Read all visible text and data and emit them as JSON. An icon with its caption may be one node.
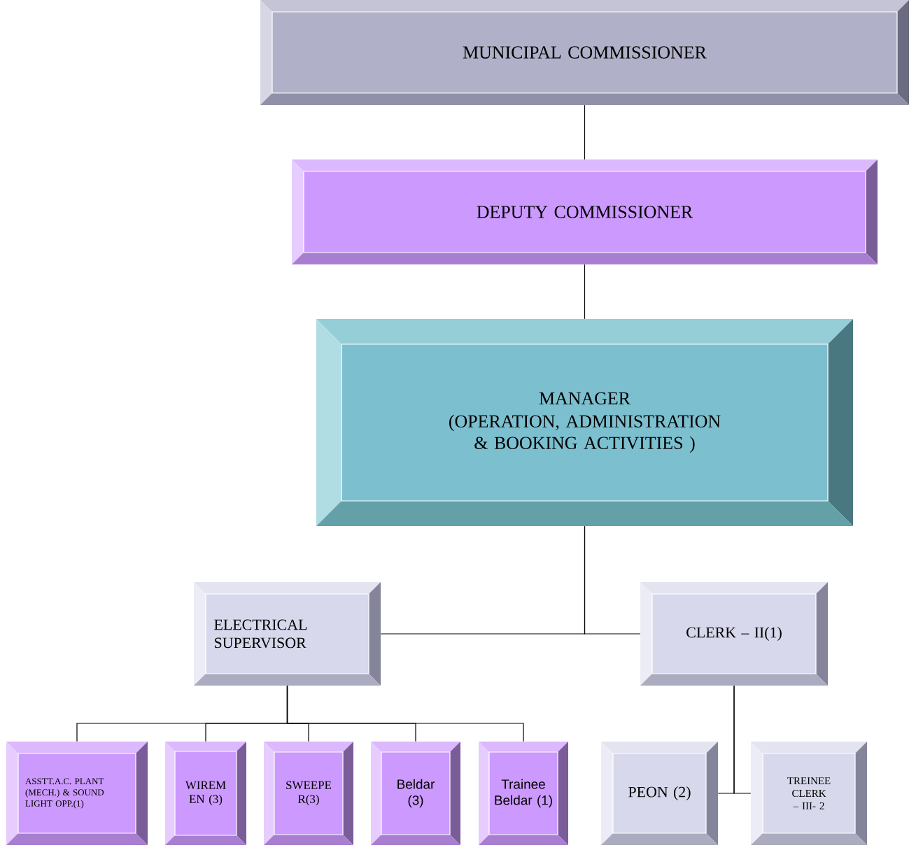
{
  "diagram": {
    "nodes": [
      {
        "text": [
          "MUNICIPAL COMMISSIONER"
        ]
      },
      {
        "text": [
          "DEPUTY COMMISSIONER"
        ]
      },
      {
        "text": [
          "MANAGER",
          "(OPERATION, ADMINISTRATION & BOOKING ACTIVITIES )"
        ]
      },
      {
        "text": [
          "ELECTRICAL SUPERVISOR"
        ]
      },
      {
        "text": [
          "CLERK – II(1)"
        ]
      },
      {
        "text": [
          "ASSTT.A.C. PLANT (MECH.) & SOUND LIGHT OPP.(1)"
        ]
      },
      {
        "text": [
          "WIREM EN (3)"
        ]
      },
      {
        "text": [
          "SWEEPE R(3)"
        ]
      },
      {
        "text": [
          "Beldar (3)"
        ]
      },
      {
        "text": [
          "Trainee Beldar (1)"
        ]
      },
      {
        "text": [
          "PEON (2)"
        ]
      },
      {
        "text": [
          "TREINEE CLERK – III- 2"
        ]
      }
    ],
    "edges": [
      {
        "from": 0,
        "to": 1,
        "arrow": "none"
      },
      {
        "from": 1,
        "to": 2,
        "arrow": "none"
      },
      {
        "from": 2,
        "to": 3,
        "arrow": "none"
      },
      {
        "from": 2,
        "to": 4,
        "arrow": "none"
      },
      {
        "from": 3,
        "to": 5,
        "arrow": "none"
      },
      {
        "from": 3,
        "to": 6,
        "arrow": "none"
      },
      {
        "from": 3,
        "to": 7,
        "arrow": "none"
      },
      {
        "from": 3,
        "to": 8,
        "arrow": "none"
      },
      {
        "from": 3,
        "to": 9,
        "arrow": "none"
      },
      {
        "from": 4,
        "to": 10,
        "arrow": "none"
      },
      {
        "from": 4,
        "to": 11,
        "arrow": "none"
      }
    ]
  }
}
